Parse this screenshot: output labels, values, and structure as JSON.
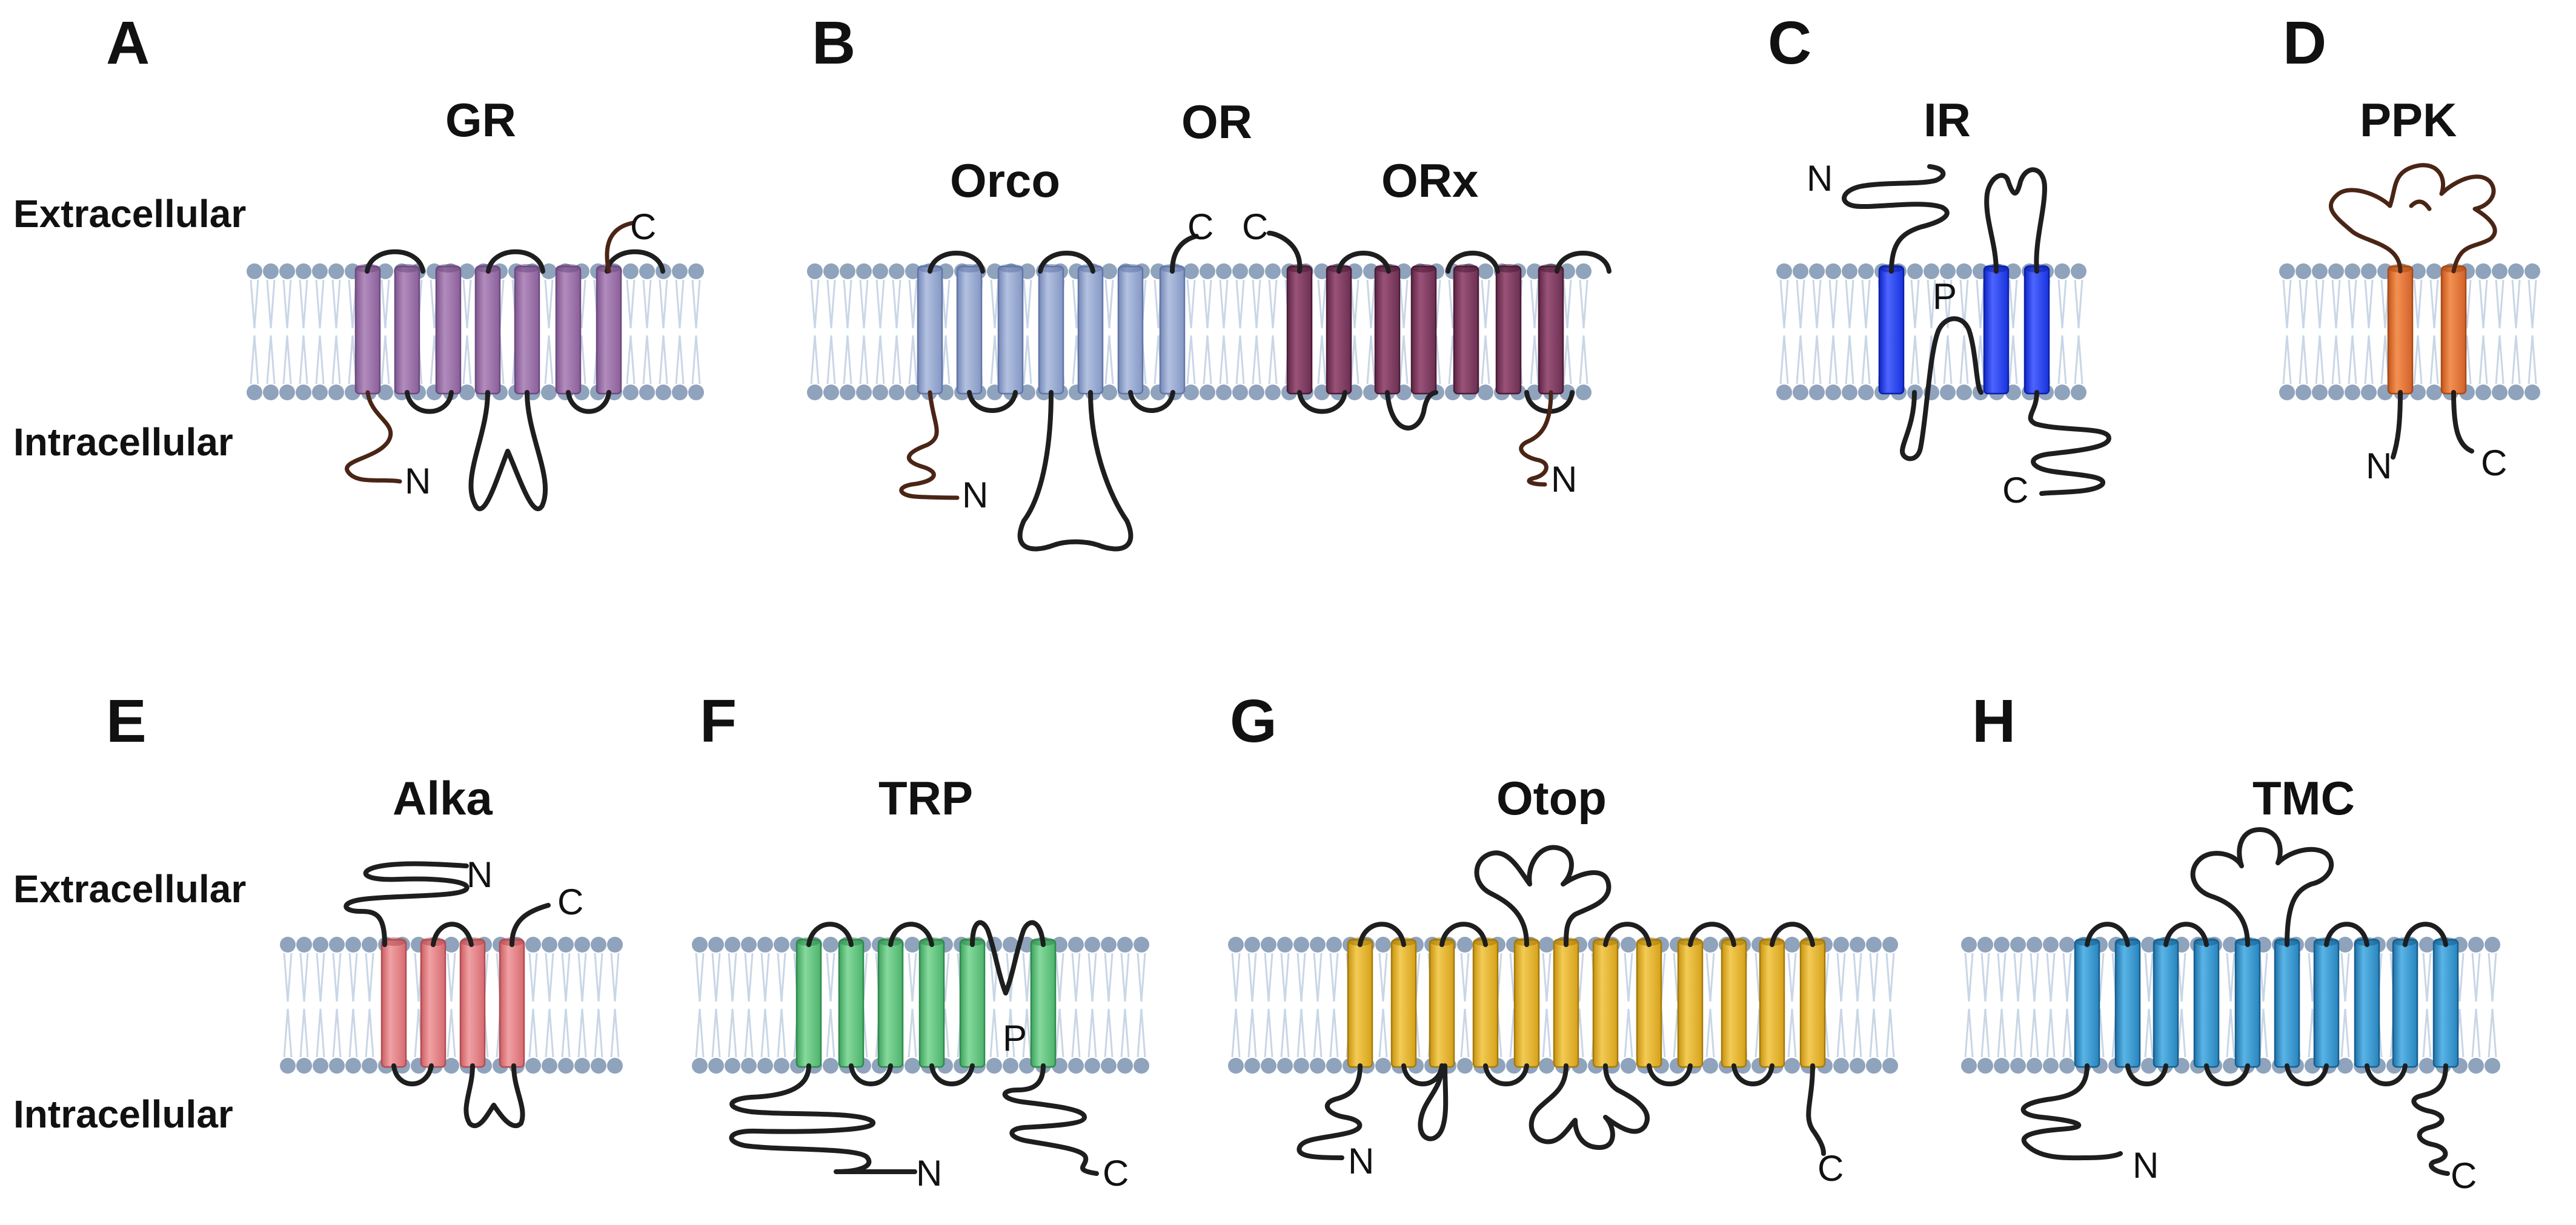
{
  "labels": {
    "extracellular": "Extracellular",
    "intracellular": "Intracellular",
    "N": "N",
    "C": "C",
    "P": "P"
  },
  "colors": {
    "GR": "#9b6fa8",
    "Orco": "#93a5cf",
    "ORx": "#7b3b5e",
    "IR": "#1f3cf0",
    "PPK": "#e06c2c",
    "Alka": "#e07b7f",
    "TRP": "#5cc07a",
    "Otop": "#e3b020",
    "TMC": "#2f8fcb",
    "membrane_head": "#8fa3bc",
    "membrane_tail": "#c9d6e6"
  },
  "panels": [
    {
      "letter": "A",
      "title": "GR"
    },
    {
      "letter": "B",
      "title": "OR",
      "subtitles": [
        "Orco",
        "ORx"
      ]
    },
    {
      "letter": "C",
      "title": "IR"
    },
    {
      "letter": "D",
      "title": "PPK"
    },
    {
      "letter": "E",
      "title": "Alka"
    },
    {
      "letter": "F",
      "title": "TRP"
    },
    {
      "letter": "G",
      "title": "Otop"
    },
    {
      "letter": "H",
      "title": "TMC"
    }
  ]
}
